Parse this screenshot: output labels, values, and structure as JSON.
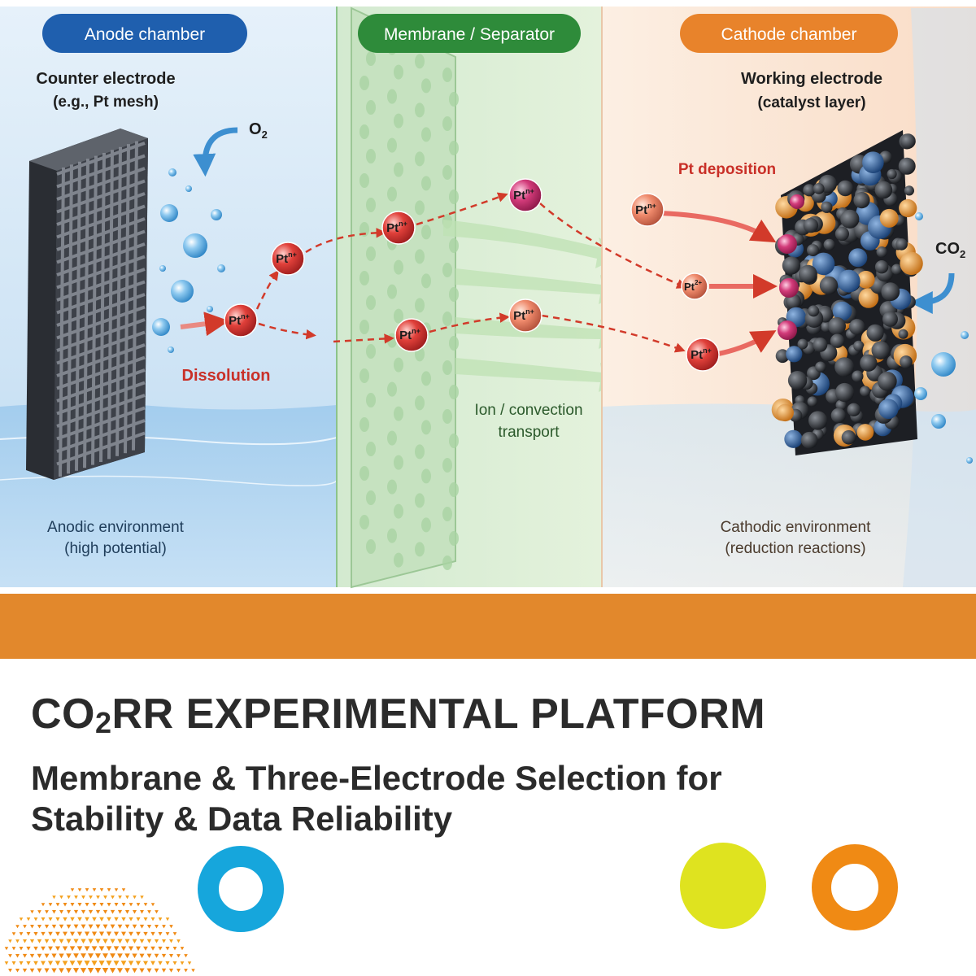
{
  "colors": {
    "anode_bg": "#d4e8f6",
    "membrane_bg": "#dcefd6",
    "cathode_bg": "#fbe6d4",
    "anode_pill": "#1f5fae",
    "membrane_pill": "#2e8b3a",
    "cathode_pill": "#e8832b",
    "orange_band": "#e2882c",
    "arrow_red": "#d23a2a",
    "text_dark": "#2b2b2b",
    "accent_blue": "#16a6dc",
    "accent_lime": "#dfe31f",
    "accent_orange": "#f08a14"
  },
  "diagram": {
    "chambers": {
      "anode": {
        "title": "Anode chamber"
      },
      "membrane": {
        "title": "Membrane / Separator"
      },
      "cathode": {
        "title": "Cathode chamber"
      }
    },
    "labels": {
      "counter_electrode": "Counter electrode",
      "counter_electrode_example": "(e.g., Pt mesh)",
      "o2_main": "O",
      "o2_sub": "2",
      "dissolution": "Dissolution",
      "anodic_env": "Anodic environment",
      "anodic_env_detail": "(high potential)",
      "ion_transport": "Ion / convection",
      "ion_transport_2": "transport",
      "working_electrode": "Working electrode",
      "working_electrode_detail": "(catalyst layer)",
      "pt_deposition": "Pt deposition",
      "co2_main": "CO",
      "co2_sub": "2",
      "cathodic_env": "Cathodic environment",
      "cathodic_env_detail": "(reduction reactions)"
    },
    "ions": [
      {
        "base": "Pt",
        "charge": "n+",
        "color": "red"
      },
      {
        "base": "Pt",
        "charge": "n+",
        "color": "red"
      },
      {
        "base": "Pt",
        "charge": "n+",
        "color": "red"
      },
      {
        "base": "Pt",
        "charge": "n+",
        "color": "red"
      },
      {
        "base": "Pt",
        "charge": "n+",
        "color": "magenta"
      },
      {
        "base": "Pt",
        "charge": "n+",
        "color": "salmon"
      },
      {
        "base": "Pt",
        "charge": "n+",
        "color": "salmon"
      },
      {
        "base": "Pt",
        "charge": "2+",
        "color": "salmon"
      },
      {
        "base": "Pt",
        "charge": "n+",
        "color": "red"
      }
    ]
  },
  "headline": {
    "main": "CO",
    "sub": "2",
    "rest": "RR EXPERIMENTAL PLATFORM"
  },
  "subheadline": {
    "line1": "Membrane & Three-Electrode Selection for",
    "line2": "Stability & Data Reliability"
  }
}
